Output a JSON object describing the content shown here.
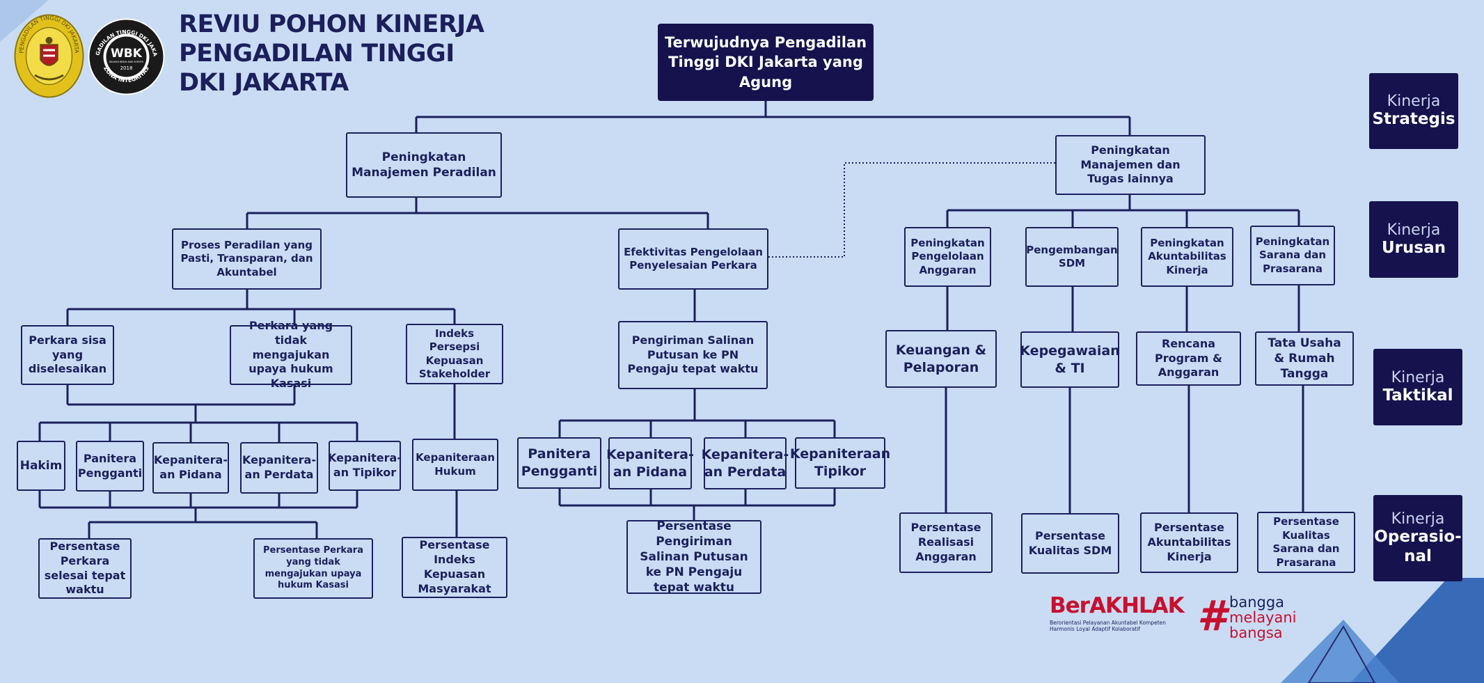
{
  "header": {
    "title_lines": [
      "REVIU POHON KINERJA",
      "PENGADILAN TINGGI",
      "DKI JAKARTA"
    ],
    "logo_pt": {
      "ring_text": "PENGADILAN TINGGI DKI JAKARTA"
    },
    "logo_wbk": {
      "ring_text": "PENGADILAN TINGGI DKI JAKARTA",
      "center": "WBK",
      "center_sub": "WILAYAH BEBAS DARI KORUPSI",
      "year": "2018",
      "bottom": "ZONA INTEGRITAS"
    }
  },
  "levels": [
    {
      "line1": "Kinerja",
      "line2": "Strategis"
    },
    {
      "line1": "Kinerja",
      "line2": "Urusan"
    },
    {
      "line1": "Kinerja",
      "line2": "Taktikal"
    },
    {
      "line1": "Kinerja",
      "line2": "Operasio-",
      "line3": "nal"
    }
  ],
  "nodes": {
    "root": "Terwujudnya Pengadilan Tinggi DKI Jakarta yang Agung",
    "urusan_left": "Peningkatan Manajemen Peradilan",
    "urusan_right": "Peningkatan Manajemen dan Tugas lainnya",
    "proses": "Proses Peradilan yang Pasti, Transparan, dan Akuntabel",
    "efektivitas": "Efektivitas Pengelolaan Penyelesaian Perkara",
    "anggaran": "Peningkatan Pengelolaan Anggaran",
    "sdm": "Pengembangan SDM",
    "akuntabilitas": "Peningkatan Akuntabilitas Kinerja",
    "sarana": "Peningkatan Sarana dan Prasarana",
    "perkara_sisa": "Perkara sisa yang diselesaikan",
    "perkara_kasasi": "Perkara yang tidak mengajukan upaya hukum Kasasi",
    "indeks": "Indeks Persepsi Kepuasan Stakeholder",
    "pengiriman": "Pengiriman Salinan Putusan ke PN Pengaju tepat waktu",
    "keuangan": "Keuangan & Pelaporan",
    "kepegawaian": "Kepegawaian & TI",
    "rencana": "Rencana Program & Anggaran",
    "tata_usaha": "Tata Usaha & Rumah Tangga",
    "hakim": "Hakim",
    "panitera_pengganti_l": "Panitera Pengganti",
    "kep_pidana_l": "Kepanitera-an Pidana",
    "kep_perdata_l": "Kepanitera-an Perdata",
    "kep_tipikor_l": "Kepanitera-an Tipikor",
    "kep_hukum": "Kepaniteraan Hukum",
    "panitera_pengganti_m": "Panitera Pengganti",
    "kep_pidana_m": "Kepanitera-an Pidana",
    "kep_perdata_m": "Kepanitera-an Perdata",
    "kep_tipikor_m": "Kepaniteraan Tipikor",
    "pers_perkara_selesai": "Persentase Perkara selesai tepat waktu",
    "pers_perkara_kasasi": "Persentase Perkara yang tidak mengajukan upaya hukum Kasasi",
    "pers_indeks": "Persentase Indeks Kepuasan Masyarakat",
    "pers_pengiriman": "Persentase Pengiriman Salinan Putusan ke PN Pengaju tepat waktu",
    "pers_anggaran": "Persentase Realisasi Anggaran",
    "pers_sdm": "Persentase Kualitas SDM",
    "pers_akuntabilitas": "Persentase Akuntabilitas Kinerja",
    "pers_sarana": "Persentase Kualitas Sarana dan Prasarana"
  },
  "footer": {
    "berakhlak": "BerAKHLAK",
    "berakhlak_tagline_1": "Berorientasi Pelayanan Akuntabel Kompeten",
    "berakhlak_tagline_2": "Harmonis Loyal Adaptif Kolaboratif",
    "bangga_hash": "#",
    "bangga_1": "bangga",
    "bangga_2": "melayani",
    "bangga_3": "bangsa"
  },
  "colors": {
    "background": "#c9dcf4",
    "navy": "#16124e",
    "line": "#1c1f5c",
    "accent_red": "#c8102e",
    "triangle": "#2f63b3"
  }
}
